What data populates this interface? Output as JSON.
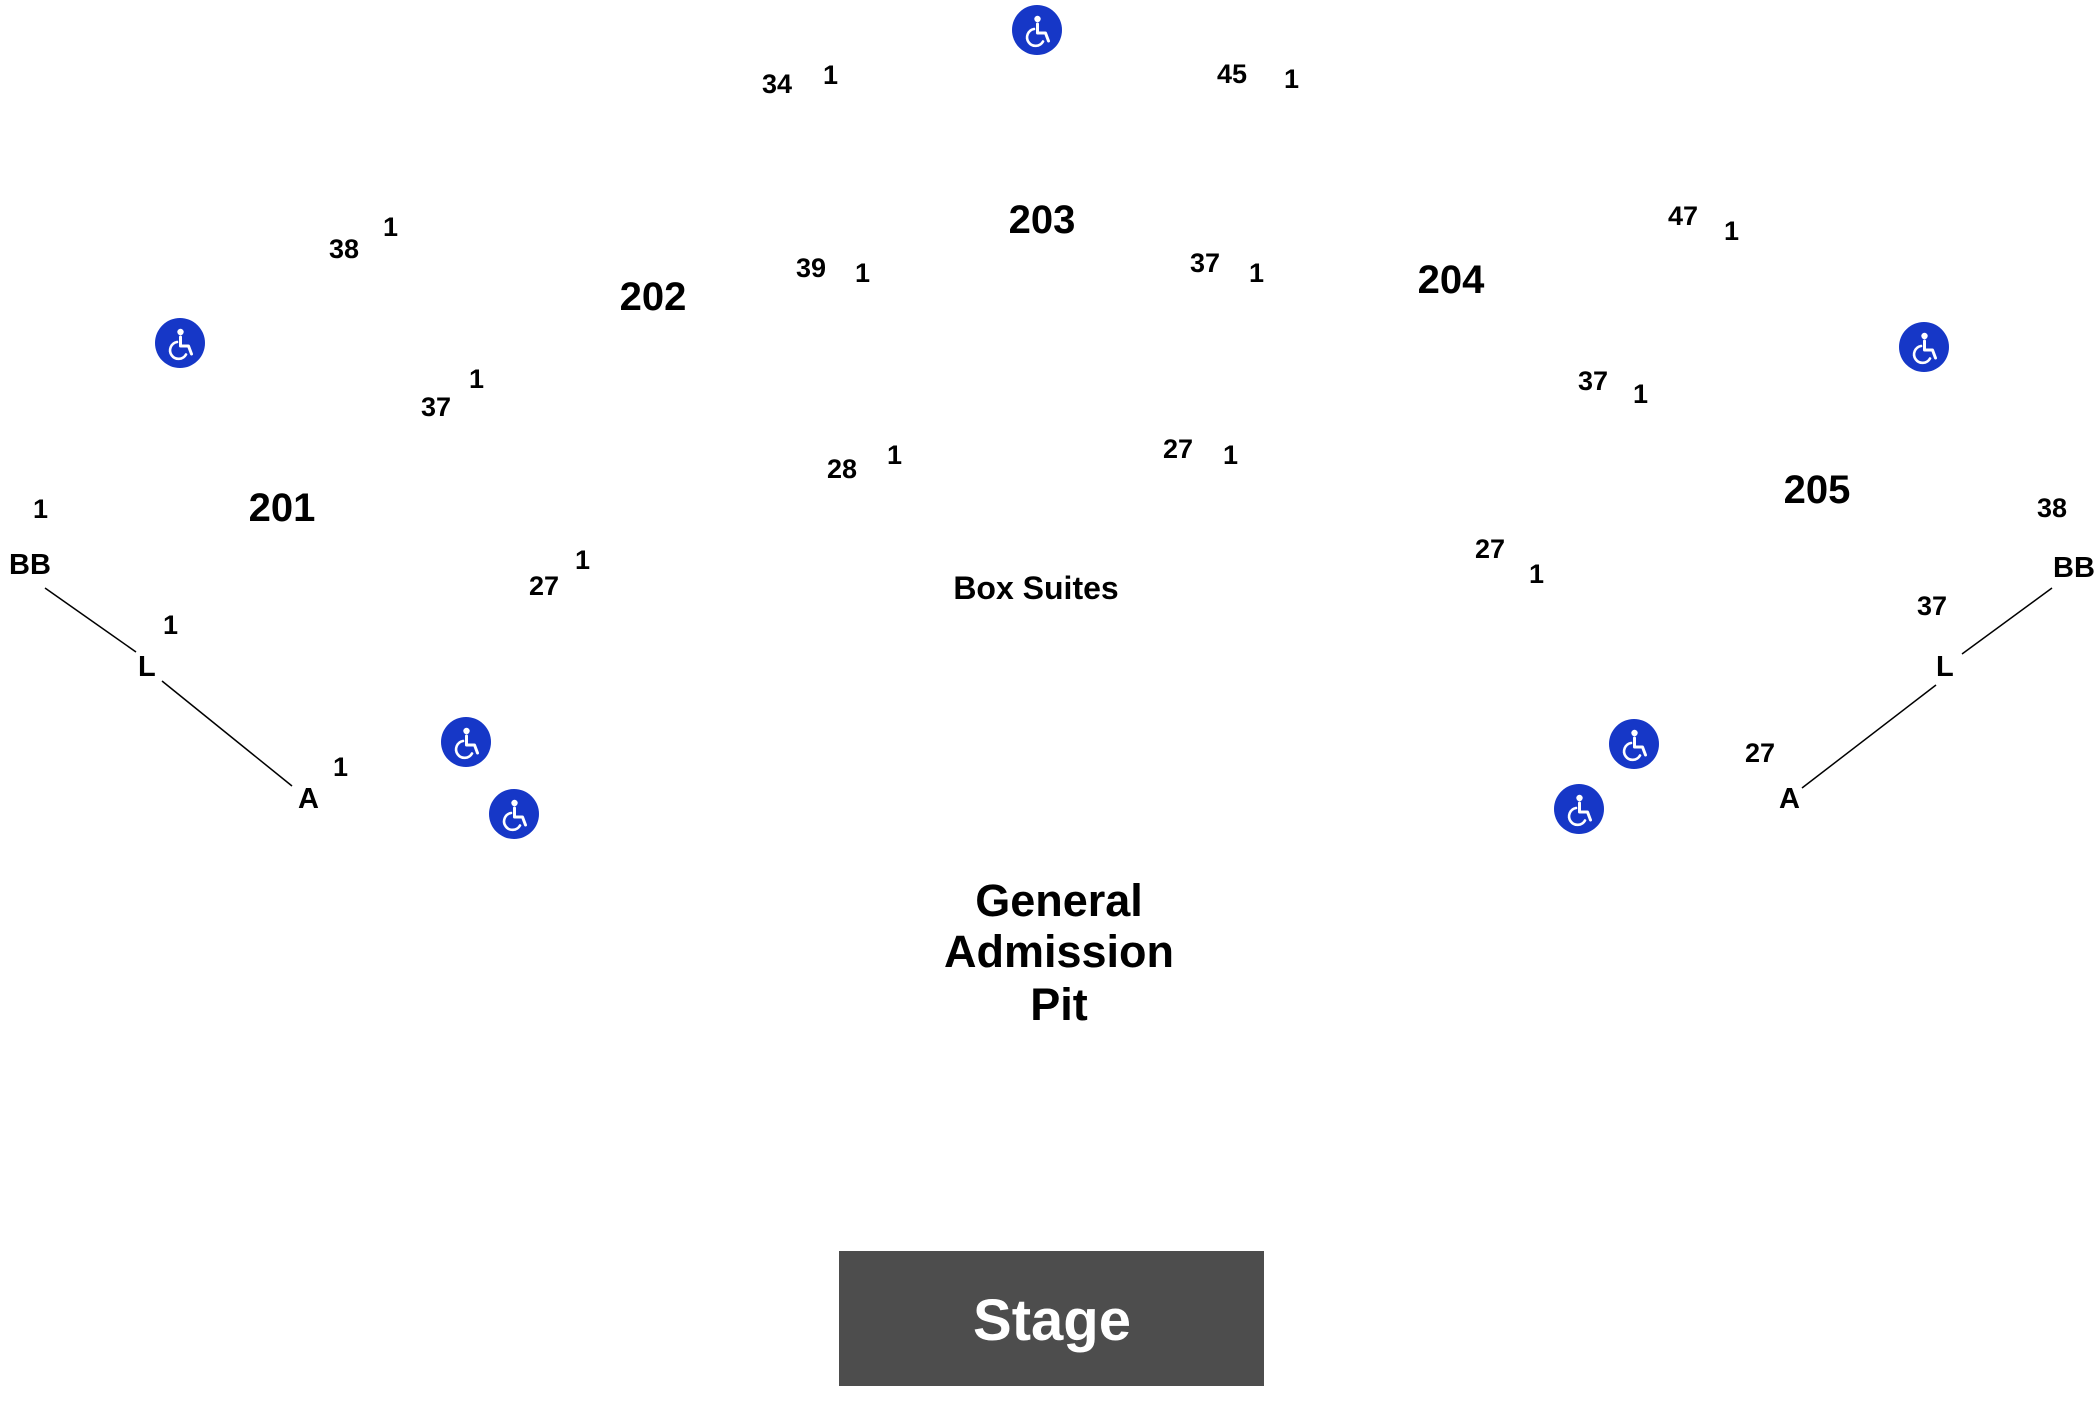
{
  "colors": {
    "accessible": "#1637c7",
    "stage": "#4d4d4d",
    "text": "#000000"
  },
  "sections": {
    "s201": "201",
    "s202": "202",
    "s203": "203",
    "s204": "204",
    "s205": "205"
  },
  "box_suites": "Box Suites",
  "general_admission": {
    "line1": "General",
    "line2": "Admission",
    "line3": "Pit"
  },
  "stage": "Stage",
  "rows": {
    "left_bb": "BB",
    "left_l": "L",
    "left_a": "A",
    "right_bb": "BB",
    "right_l": "L",
    "right_a": "A"
  },
  "seat_numbers": {
    "s203_top_left_end": "34",
    "s203_top_left_start": "1",
    "s203_top_right_end": "45",
    "s203_top_right_start": "1",
    "s202_top_end": "38",
    "s202_top_start": "1",
    "s202_mid_end": "37",
    "s202_mid_start": "1",
    "s202_low_end": "27",
    "s202_low_start": "1",
    "s203_mid_left_end": "39",
    "s203_mid_left_start": "1",
    "s203_mid_right_end": "37",
    "s203_mid_right_start": "1",
    "s203_low_left_end": "28",
    "s203_low_left_start": "1",
    "s203_low_right_end": "27",
    "s203_low_right_start": "1",
    "s204_top_end": "47",
    "s204_top_start": "1",
    "s204_mid_end": "37",
    "s204_mid_start": "1",
    "s204_low_end": "27",
    "s204_low_start": "1",
    "s201_bb_start": "1",
    "s201_l_start": "1",
    "s201_a_start": "1",
    "s205_bb_end": "38",
    "s205_l_end": "37",
    "s205_a_end": "27"
  },
  "icons": {
    "accessible": "wheelchair-icon"
  }
}
